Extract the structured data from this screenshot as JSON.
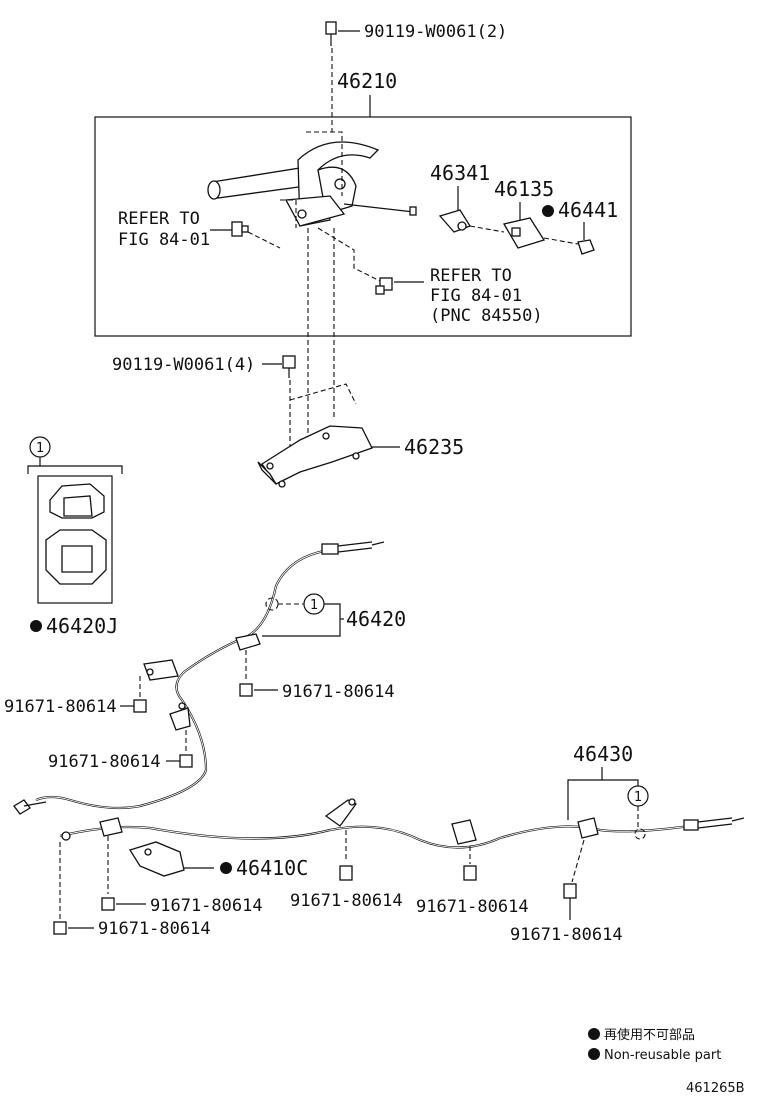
{
  "parts": {
    "bolt_top": "90119-W0061(2)",
    "lever_assy": "46210",
    "refer_left_1": "REFER TO",
    "refer_left_2": "FIG 84-01",
    "p46341": "46341",
    "p46135": "46135",
    "p46441": "46441",
    "refer_right_1": "REFER TO",
    "refer_right_2": "FIG 84-01",
    "refer_right_3": "(PNC 84550)",
    "bolt_mid": "90119-W0061(4)",
    "bracket": "46235",
    "callout_1": "1",
    "p46420J": "46420J",
    "p46420": "46420",
    "p46430": "46430",
    "p46410C": "46410C",
    "bolt_a": "91671-80614",
    "bolt_b": "91671-80614",
    "bolt_c": "91671-80614",
    "bolt_d": "91671-80614",
    "bolt_e": "91671-80614",
    "bolt_f": "91671-80614",
    "bolt_g": "91671-80614",
    "bolt_h": "91671-80614"
  },
  "legend": {
    "line_jp": "再使用不可部品",
    "line_en": "Non-reusable part"
  },
  "figure_id": "461265B",
  "colors": {
    "ink": "#111111",
    "paper": "#ffffff"
  }
}
